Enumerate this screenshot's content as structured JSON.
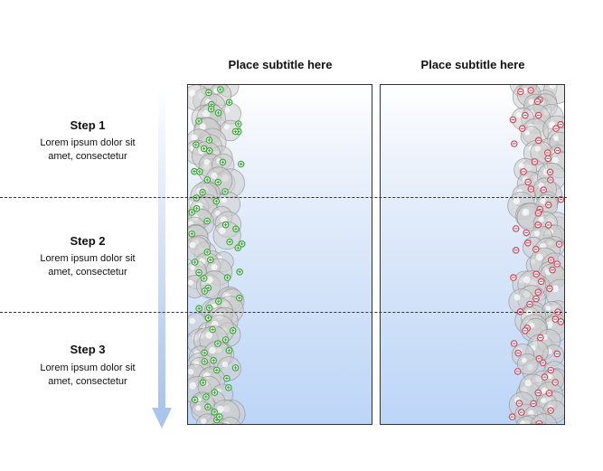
{
  "subtitles": [
    "Place subtitle here",
    "Place subtitle here"
  ],
  "steps": [
    {
      "title": "Step 1",
      "line1": "Lorem ipsum dolor sit",
      "line2": "amet, consectetur"
    },
    {
      "title": "Step 2",
      "line1": "Lorem ipsum dolor sit",
      "line2": "amet, consectetur"
    },
    {
      "title": "Step 3",
      "line1": "Lorem ipsum dolor sit",
      "line2": "amet, consectetur"
    }
  ],
  "colors": {
    "positive_charge": "#3aa53a",
    "negative_charge": "#d0455a",
    "arrow": "#a9c4ee",
    "panel_fill_bottom": "#bcd5f7",
    "bubble": "#cfcfcf"
  },
  "icons": [
    "plus-charge-icon",
    "minus-charge-icon",
    "down-arrow-icon"
  ]
}
